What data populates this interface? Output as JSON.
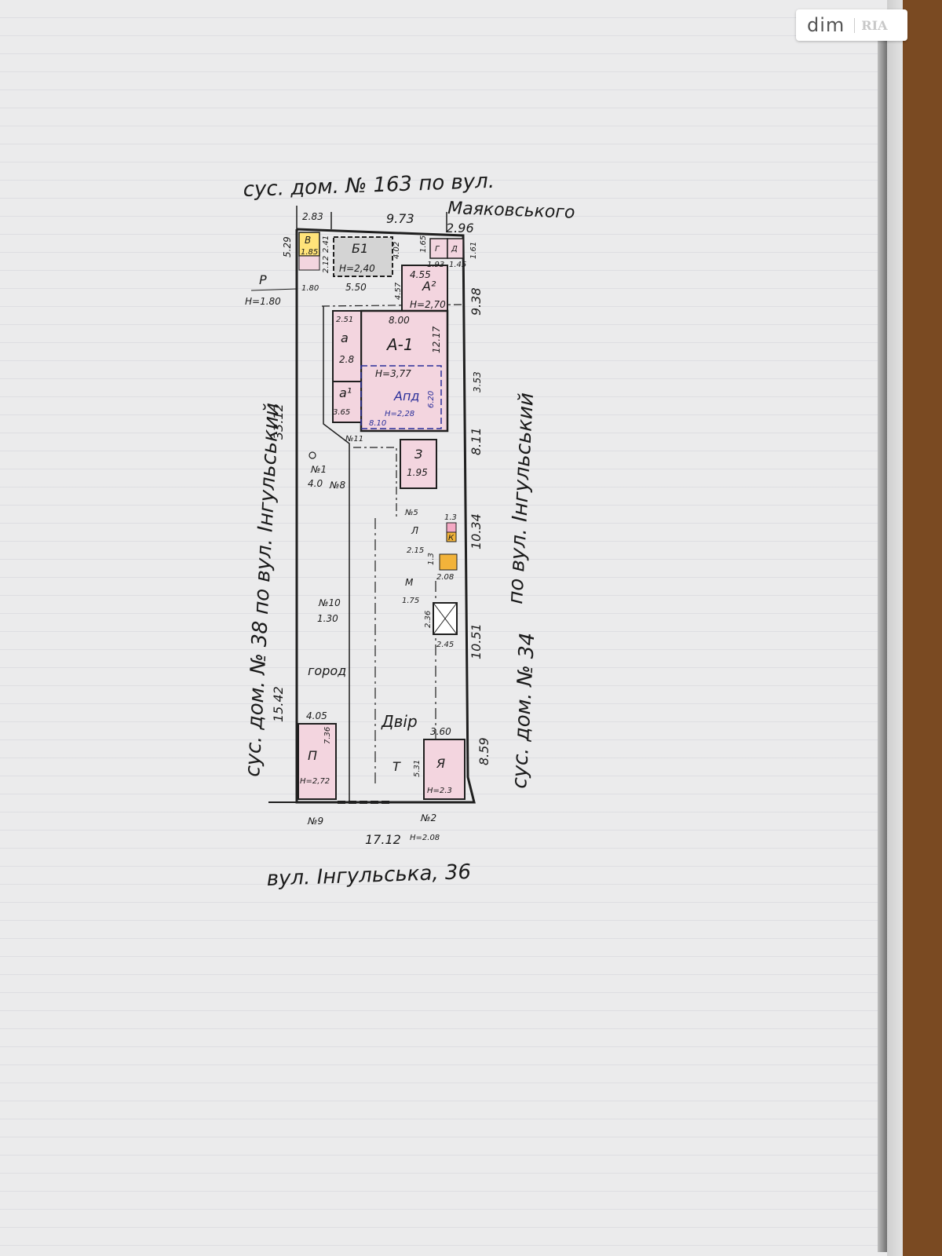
{
  "watermark": {
    "brand": "dim",
    "mark": "RIA"
  },
  "streets": {
    "top_line1": "сус. дом. № 163 по вул.",
    "top_line2": "Маяковського",
    "left": "сус. дом. № 38 по вул. Інгульський",
    "right_upper": "по вул. Інгульський",
    "right_lower": "сус. дом. № 34",
    "bottom": "вул. Інгульська, 36"
  },
  "dimensions": {
    "top_a": "2.83",
    "top_b": "9.73",
    "top_c": "2.96",
    "left_a": "5.29",
    "left_total": "33.12",
    "left_b": "15.42",
    "right_a": "9.38",
    "right_b": "3.53",
    "right_c": "8.11",
    "right_d": "10.34",
    "right_e": "10.51",
    "right_f": "8.59",
    "bottom_total": "17.12"
  },
  "buildings": {
    "V": {
      "letter": "В",
      "size": "1.85"
    },
    "B1": {
      "letter": "Б1",
      "height": "Н=2,40",
      "w": "5.50",
      "d1": "2.12",
      "d2": "2.41"
    },
    "G": {
      "letter": "Г"
    },
    "D": {
      "letter": "Д"
    },
    "A2": {
      "letter": "А²",
      "w": "4.55",
      "height": "Н=2,70",
      "d": "4.57"
    },
    "A1": {
      "letter": "А-1",
      "w": "8.00",
      "d": "12.17",
      "height": "Н=3,77"
    },
    "a": {
      "letter": "а",
      "d1": "2.51",
      "d2": "2.8"
    },
    "a1": {
      "letter": "а¹",
      "d": "3.65"
    },
    "Apd": {
      "letter": "Апд",
      "height": "Н=2,28",
      "w": "8.10",
      "d": "6.20"
    },
    "Z": {
      "letter": "З",
      "w": "1.95"
    },
    "L": {
      "letter": "Л",
      "w": "2.15",
      "d1": "1.3",
      "d2": "2.08"
    },
    "M": {
      "letter": "М",
      "w": "1.75",
      "d": "2.36",
      "w2": "2.45"
    },
    "P": {
      "letter": "П",
      "w": "4.05",
      "d": "7.36",
      "height": "Н=2,72"
    },
    "Ya": {
      "letter": "Я",
      "w": "3.60",
      "d": "5.31",
      "height": "Н=2.3"
    },
    "T": {
      "letter": "Т"
    },
    "K": {
      "letter": "К",
      "size": "1.3"
    }
  },
  "labels": {
    "R": "Р",
    "R_h": "Н=1.80",
    "R_w": "1.80",
    "n1": "№1",
    "n1_v": "4.0",
    "n8": "№8",
    "n10": "№10",
    "n10_v": "1.30",
    "n11": "№11",
    "n5": "№5",
    "n9": "№9",
    "n2": "№2",
    "n2_h": "Н=2.08",
    "gorod": "город",
    "dvir": "Двір",
    "top_small1": "1.65",
    "top_small2": "1.61",
    "top_small3": "1.93",
    "top_small4": "1.45",
    "top_small5": "4.02"
  },
  "colors": {
    "building_fill": "#f3d5df",
    "annex_fill": "#ffe37a",
    "outbuilding_fill": "#f4a9c4",
    "plan_line": "#1f1f1f",
    "annotation_blue": "#2a2f9a",
    "orange_mark": "#f2b33a"
  }
}
